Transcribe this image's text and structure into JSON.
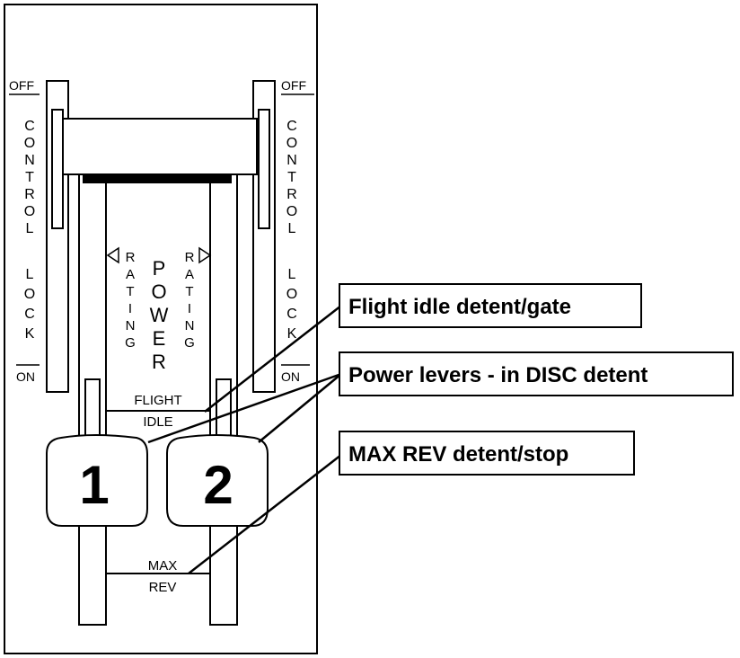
{
  "panel": {
    "left_lock": {
      "off": "OFF",
      "word1": "CONTROL",
      "word2": "LOCK",
      "on": "ON"
    },
    "right_lock": {
      "off": "OFF",
      "word1": "CONTROL",
      "word2": "LOCK",
      "on": "ON"
    },
    "rating_left": "RATING",
    "power": "POWER",
    "rating_right": "RATING",
    "flight_idle_top": "FLIGHT",
    "flight_idle_bottom": "IDLE",
    "max_rev_top": "MAX",
    "max_rev_bottom": "REV",
    "lever1": "1",
    "lever2": "2"
  },
  "callouts": {
    "flight_idle": "Flight idle detent/gate",
    "power_levers": "Power levers - in DISC detent",
    "max_rev": "MAX REV detent/stop"
  }
}
